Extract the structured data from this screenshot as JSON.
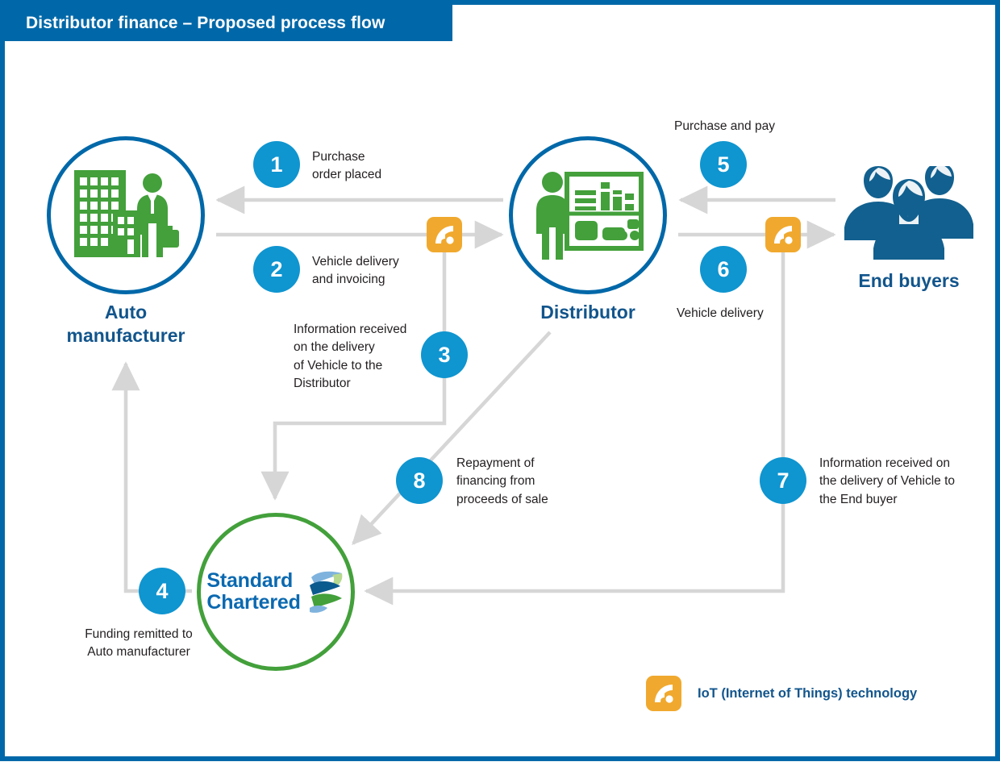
{
  "header": {
    "title": "Distributor finance – Proposed process flow"
  },
  "colors": {
    "brand_blue": "#0068a8",
    "step_blue": "#0f95d0",
    "label_blue": "#12558c",
    "icon_green": "#43a03b",
    "iot_orange": "#f0a92e",
    "connector_grey": "#d6d6d6",
    "text_black": "#231f20"
  },
  "nodes": [
    {
      "id": "auto-manufacturer",
      "label": "Auto\nmanufacturer",
      "icon": "factory-building-businessman-icon",
      "shape": "circle",
      "ring_color": "#0068a8"
    },
    {
      "id": "distributor",
      "label": "Distributor",
      "icon": "person-with-board-icon",
      "shape": "circle",
      "ring_color": "#0068a8"
    },
    {
      "id": "end-buyers",
      "label": "End\nbuyers",
      "icon": "three-people-icon",
      "shape": "none",
      "ring_color": ""
    },
    {
      "id": "standard-chartered",
      "label": "",
      "icon": "standard-chartered-logo",
      "shape": "circle",
      "ring_color": "#43a03b"
    }
  ],
  "bank": {
    "name_line1": "Standard",
    "name_line2": "Chartered"
  },
  "steps": [
    {
      "number": "1",
      "label": "Purchase\norder placed",
      "from": "distributor",
      "to": "auto-manufacturer"
    },
    {
      "number": "2",
      "label": "Vehicle delivery\nand invoicing",
      "from": "auto-manufacturer",
      "to": "distributor"
    },
    {
      "number": "3",
      "label": "Information received\non the delivery\nof Vehicle to the\nDistributor",
      "from": "iot-sensor-left",
      "to": "standard-chartered"
    },
    {
      "number": "4",
      "label": "Funding remitted to\nAuto manufacturer",
      "from": "standard-chartered",
      "to": "auto-manufacturer"
    },
    {
      "number": "5",
      "label": "Purchase and pay",
      "from": "end-buyers",
      "to": "distributor"
    },
    {
      "number": "6",
      "label": "Vehicle delivery",
      "from": "distributor",
      "to": "end-buyers"
    },
    {
      "number": "7",
      "label": "Information received on\nthe delivery of Vehicle to\nthe End buyer",
      "from": "iot-sensor-right",
      "to": "standard-chartered"
    },
    {
      "number": "8",
      "label": "Repayment of\nfinancing from\nproceeds of sale",
      "from": "distributor",
      "to": "standard-chartered"
    }
  ],
  "legend": {
    "icon": "iot-wifi-icon",
    "text": "IoT (Internet of Things) technology"
  }
}
